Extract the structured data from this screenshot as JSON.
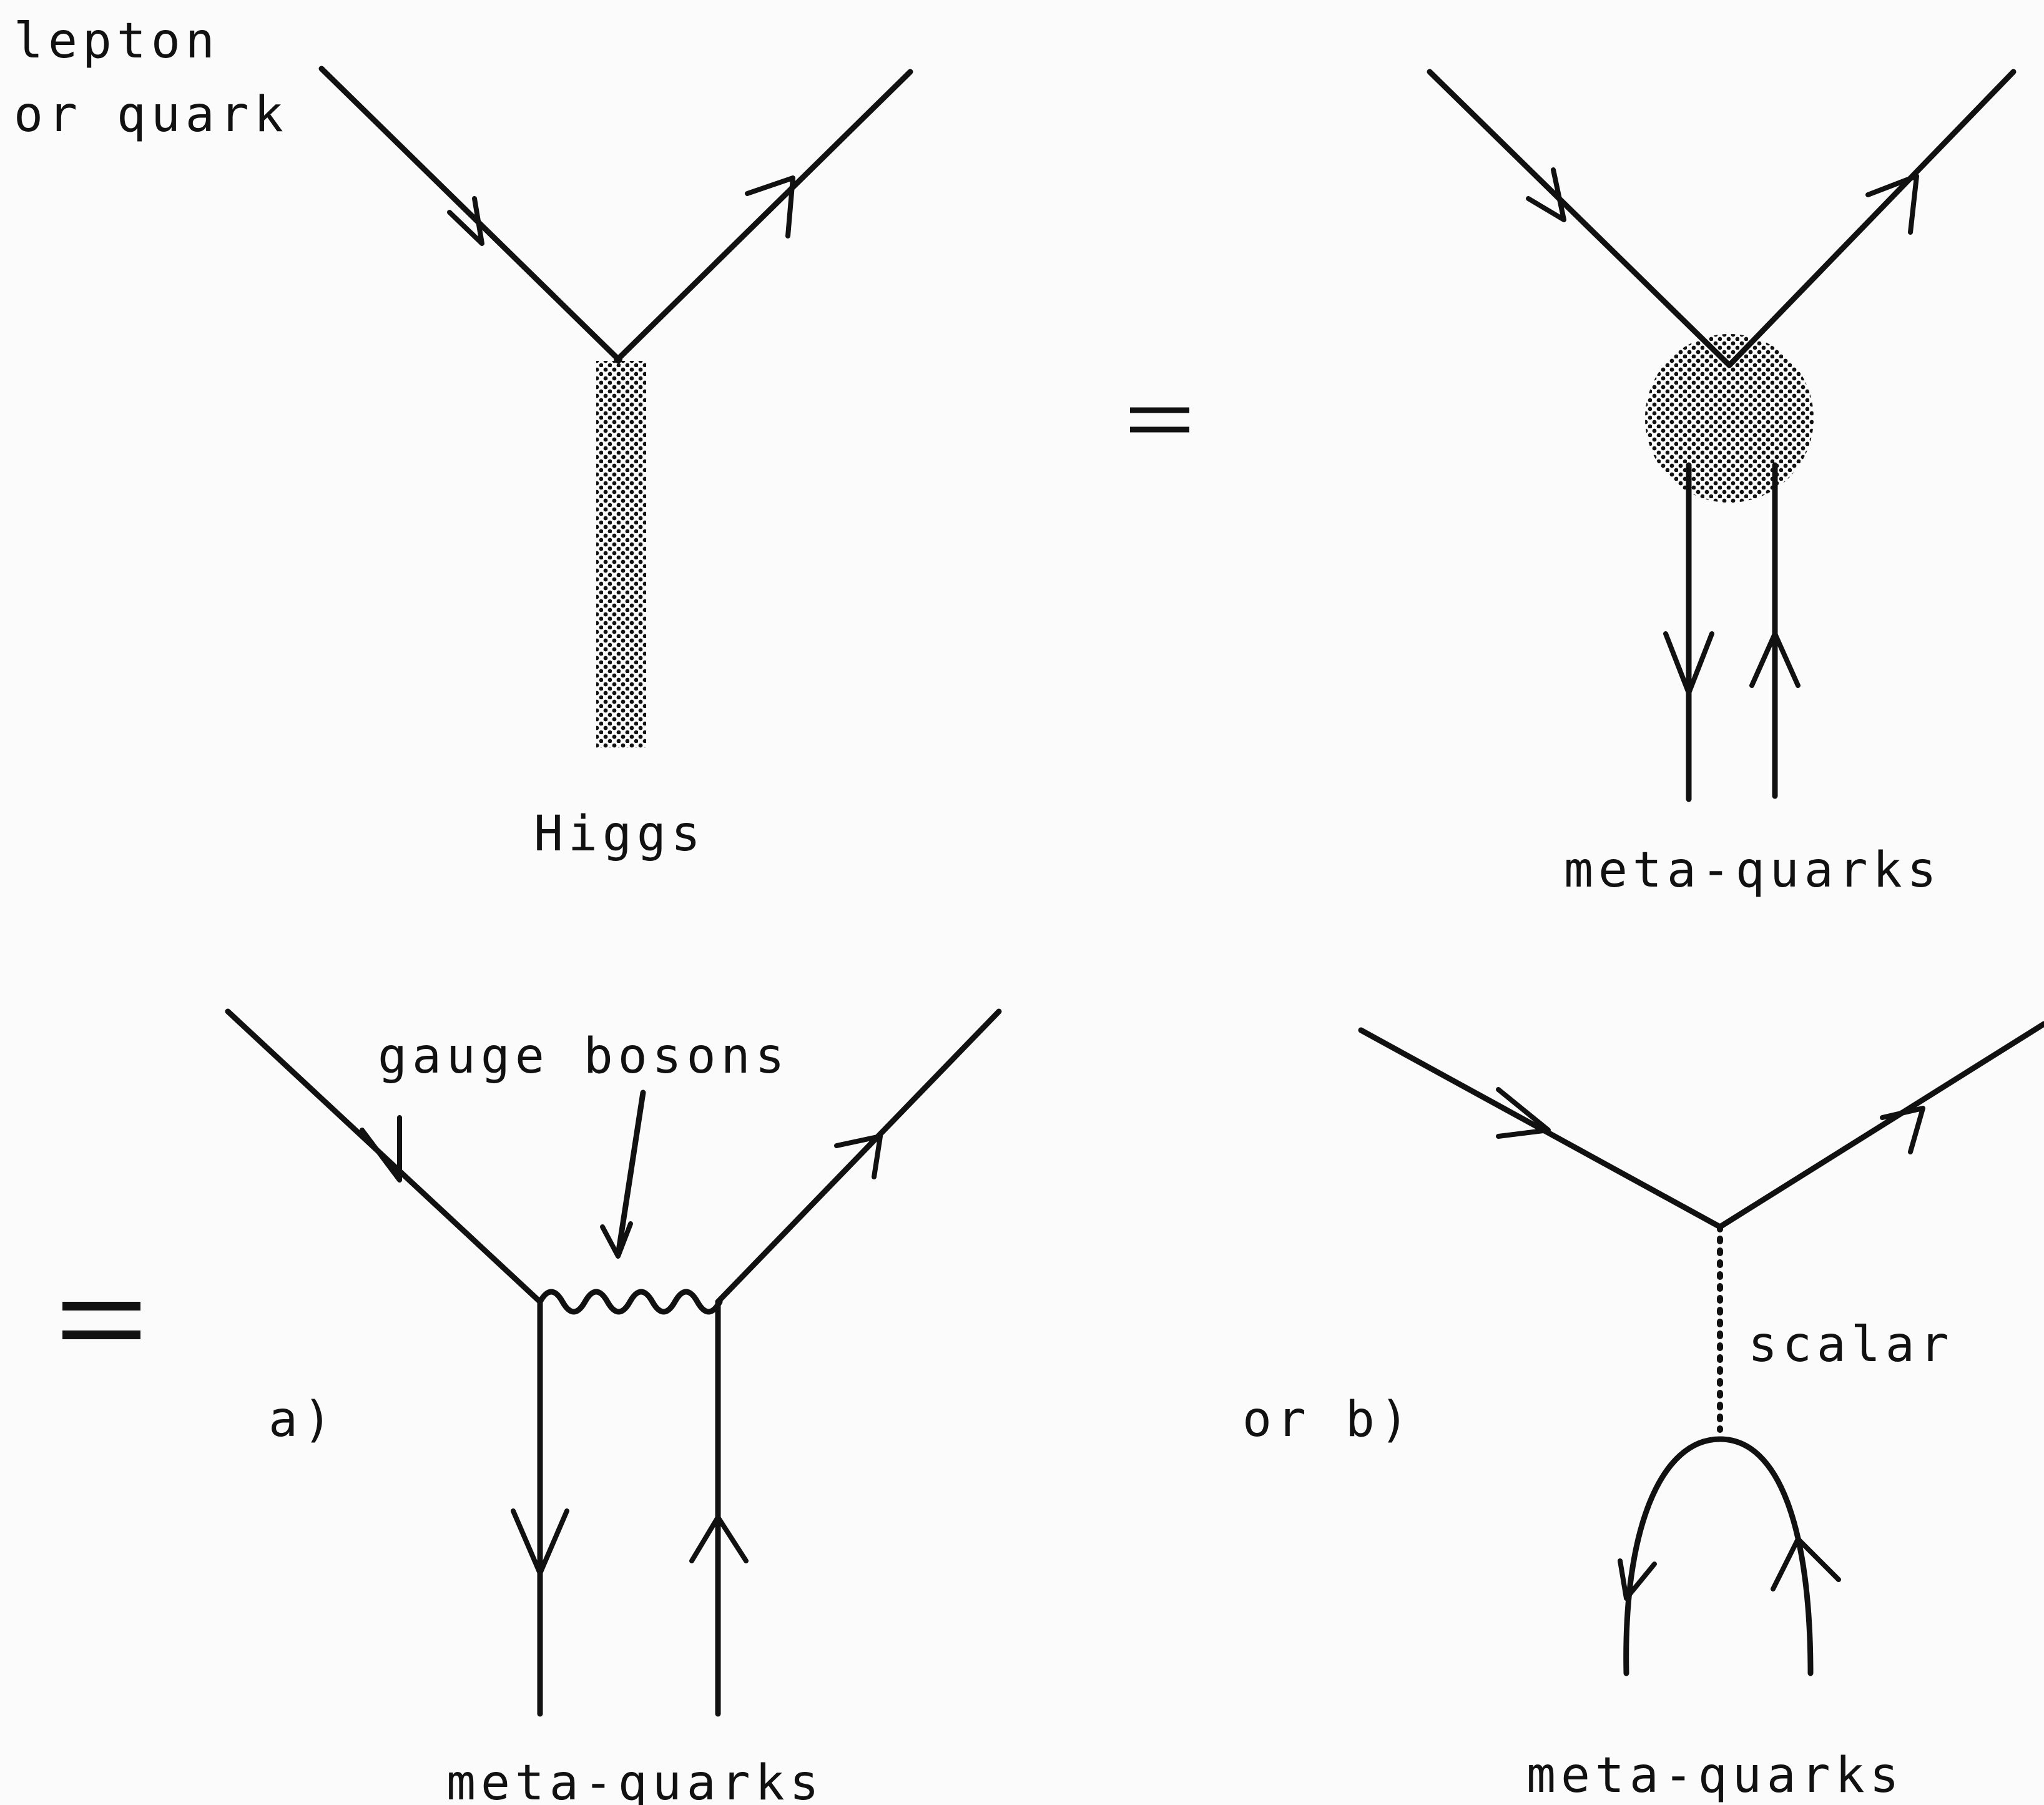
{
  "labels": {
    "incoming_line1": "lepton",
    "incoming_line2": "or quark",
    "higgs": "Higgs",
    "meta_quarks_top": "meta-quarks",
    "gauge_bosons": "gauge bosons",
    "case_a": "a)",
    "meta_quarks_a": "meta-quarks",
    "scalar": "scalar",
    "case_b": "or b)",
    "meta_quarks_b": "meta-quarks"
  }
}
